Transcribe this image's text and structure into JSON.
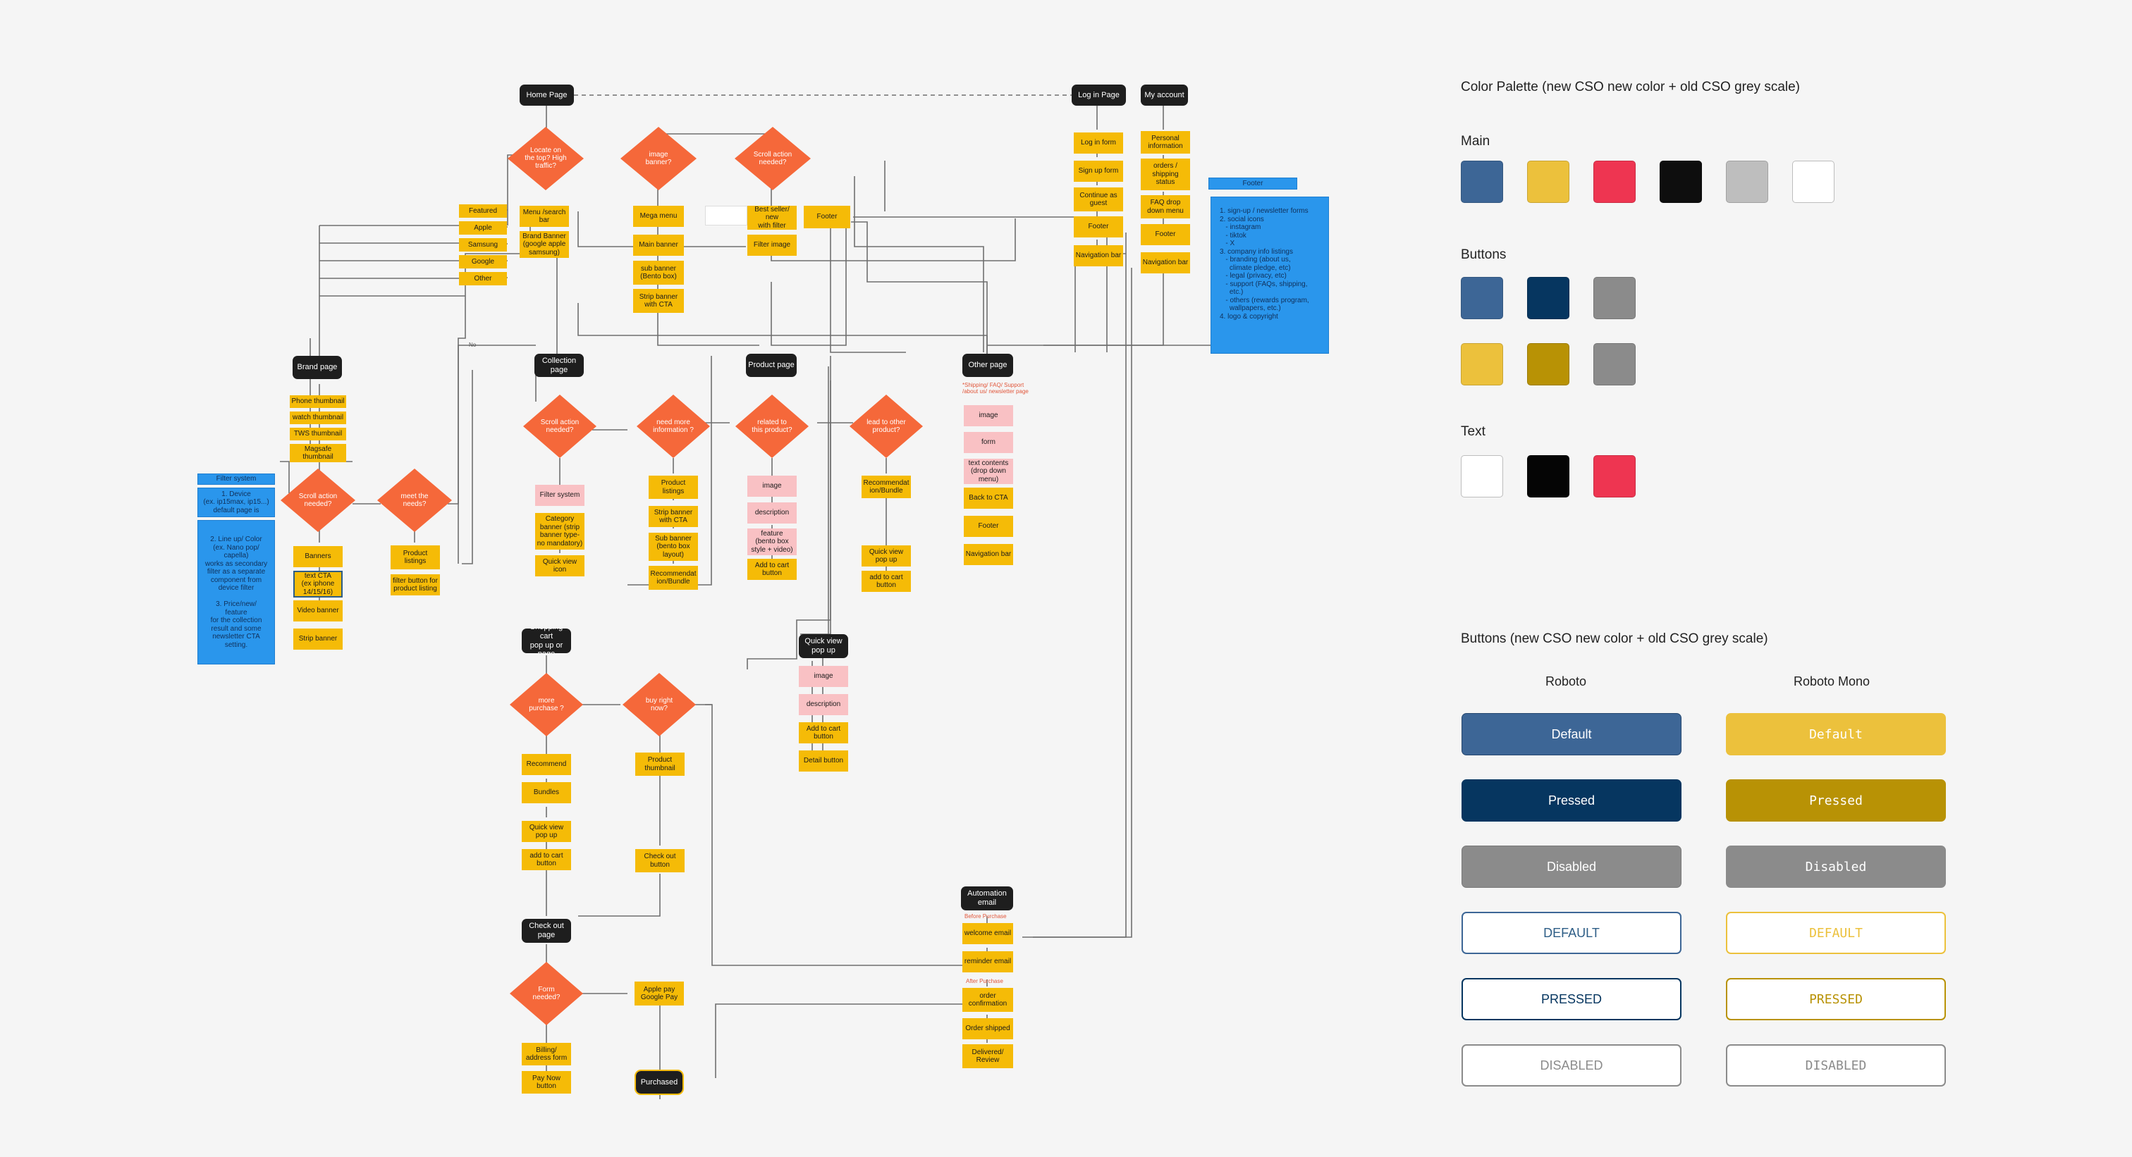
{
  "colors": {
    "main": [
      "#3d6696",
      "#ecc13c",
      "#ee3551",
      "#0e0e0e",
      "#bebebe",
      "#ffffff"
    ],
    "buttons": [
      "#3d6696",
      "#063660",
      "#8b8b8b",
      "#ecc13c",
      "#b89205",
      "#8b8b8b"
    ],
    "text": [
      "#ffffff",
      "#050505",
      "#ee3551"
    ],
    "yellow": "#f5bb07",
    "pink": "#f9c1c4",
    "blue": "#2a96ec",
    "diamond": "#f5683a",
    "dark": "#1e1e1e"
  },
  "flow": {
    "dark": {
      "home_page": "Home Page",
      "log_in_page": "Log in Page",
      "my_account": "My account",
      "brand_page": "Brand page",
      "collection_page": "Collection\npage",
      "product_page": "Product page",
      "other_page": "Other page",
      "shopping_cart": "Shopping cart\npop up or page",
      "quick_view_popup": "Quick view\npop up",
      "check_out_page": "Check out\npage",
      "automation_email": "Automation\nemail",
      "purchased": "Purchased"
    },
    "decisions": {
      "locate_top": "Locate on\nthe top?\nHigh\ntraffic?",
      "image_banner": "image\nbanner?",
      "scroll_action_top": "Scroll\naction\nneeded?",
      "scroll_action_brand": "Scroll\naction\nneeded?",
      "meet_needs": "meet the\nneeds?",
      "scroll_action_collection": "Scroll\naction\nneeded?",
      "need_more_info": "need more\ninformation\n?",
      "related_product": "related to\nthis\nproduct?",
      "lead_other_product": "lead to\nother\nproduct?",
      "more_purchase": "more\npurchase\n?",
      "buy_right_now": "buy right\nnow?",
      "form_needed": "Form\nneeded?"
    },
    "yellow": {
      "featured": "Featured",
      "apple": "Apple",
      "samsung": "Samsung",
      "google": "Google",
      "other": "Other",
      "menu_search_bar": "Menu /search\nbar",
      "brand_banner": "Brand Banner\n(google apple\nsamsung)",
      "mega_menu": "Mega menu",
      "main_banner": "Main banner",
      "sub_banner": "sub banner\n(Bento box)",
      "strip_banner_cta": "Strip banner\nwith CTA",
      "best_seller": "Best seller/\nnew\nwith filter",
      "filter_image": "Filter image",
      "footer_home": "Footer",
      "log_in_form": "Log in form",
      "sign_up_form": "Sign up form",
      "continue_guest": "Continue as\nguest",
      "footer_login": "Footer",
      "navigation_bar_login": "Navigation bar",
      "personal_info": "Personal\ninformation",
      "orders_shipping": "orders /\nshipping\nstatus",
      "faq_dropdown": "FAQ drop\ndown menu",
      "footer_account": "Footer",
      "navigation_bar_account": "Navigation bar",
      "phone_thumbnail": "Phone thumbnail",
      "watch_thumbnail": "watch thumbnail",
      "tws_thumbnail": "TWS thumbnail",
      "magsafe_thumbnail": "Magsafe\nthumbnail",
      "banners": "Banners",
      "text_cta": "text CTA\n(ex iphone\n14/15/16)",
      "video_banner": "Video banner",
      "strip_banner": "Strip banner",
      "product_listings_brand": "Product\nlistings",
      "filter_button": "filter button for\nproduct listing",
      "category_banner": "Category\nbanner (strip\nbanner type-\nno mandatory)",
      "quick_view_icon": "Quick view\nicon",
      "product_listings": "Product\nlistings",
      "strip_banner_cta2": "Strip banner\nwith CTA",
      "sub_banner_layout": "Sub banner\n(bento box\nlayout)",
      "recommendation_bundle": "Recommendat\nion/Bundle",
      "add_to_cart_product": "Add to cart\nbutton",
      "recommendation_bundle2": "Recommendat\nion/Bundle",
      "quick_view_popup_small": "Quick view\npop up",
      "add_to_cart_small": "add to cart\nbutton",
      "back_to_cta": "Back to CTA",
      "footer_other": "Footer",
      "navigation_bar_other": "Navigation bar",
      "add_to_cart_qv": "Add to cart\nbutton",
      "detail_button": "Detail button",
      "recommend": "Recommend",
      "bundles": "Bundles",
      "quick_view_cart": "Quick view\npop up",
      "add_to_cart_cart": "add to cart\nbutton",
      "product_thumbnail": "Product\nthumbnail",
      "check_out_button": "Check out\nbutton",
      "welcome_email": "welcome email",
      "reminder_email": "reminder email",
      "order_confirmation": "order\nconfirmation",
      "order_shipped": "Order shipped",
      "delivered_review": "Delivered/\nReview",
      "apple_google_pay": "Apple pay\nGoogle Pay",
      "billing_form": "Billing/\naddress form",
      "pay_now": "Pay Now\nbutton"
    },
    "pink": {
      "filter_system": "Filter system",
      "image_product": "image",
      "description_product": "description",
      "feature": "feature\n(bento box\nstyle + video)",
      "image_other": "image",
      "form_other": "form",
      "text_contents": "text contents\n(drop down\nmenu)",
      "image_qv": "image",
      "description_qv": "description"
    },
    "blue": {
      "footer_title": "Footer",
      "footer_body": "1. sign-up / newsletter forms\n2. social icons\n   - instagram\n   - tiktok\n   - X\n3. company info listings\n   - branding (about us,\n     climate pledge, etc)\n   - legal (privacy, etc)\n   - support (FAQs, shipping,\n     etc.)\n   - others (rewards program,\n     wallpapers, etc.)\n4. logo & copyright",
      "filter_title": "Filter system",
      "filter_item1": "1. Device\n(ex. ip15max, ip15...)\ndefault page is",
      "filter_item2": "2. Line up/ Color\n(ex. Nano pop/\ncapella)\nworks as secondary\nfilter as a separate\ncomponent from\ndevice filter\n\n3. Price/new/\nfeature\nfor the collection\nresult and some\nnewsletter CTA\nsetting."
    },
    "notes": {
      "other_page_note": "*Shipping/ FAQ/ Support\n/about us/ newsletter page",
      "before_purchase": "Before Purchase",
      "after_purchase": "After Purchase",
      "no_label": "No"
    }
  },
  "palette": {
    "title": "Color Palette (new CSO new color + old CSO grey scale)",
    "main_label": "Main",
    "buttons_label": "Buttons",
    "text_label": "Text",
    "buttons_title": "Buttons (new CSO new color + old CSO grey scale)",
    "roboto": "Roboto",
    "roboto_mono": "Roboto Mono",
    "btn": {
      "default": "Default",
      "pressed": "Pressed",
      "disabled": "Disabled",
      "default_caps": "DEFAULT",
      "pressed_caps": "PRESSED",
      "disabled_caps": "DISABLED"
    }
  }
}
